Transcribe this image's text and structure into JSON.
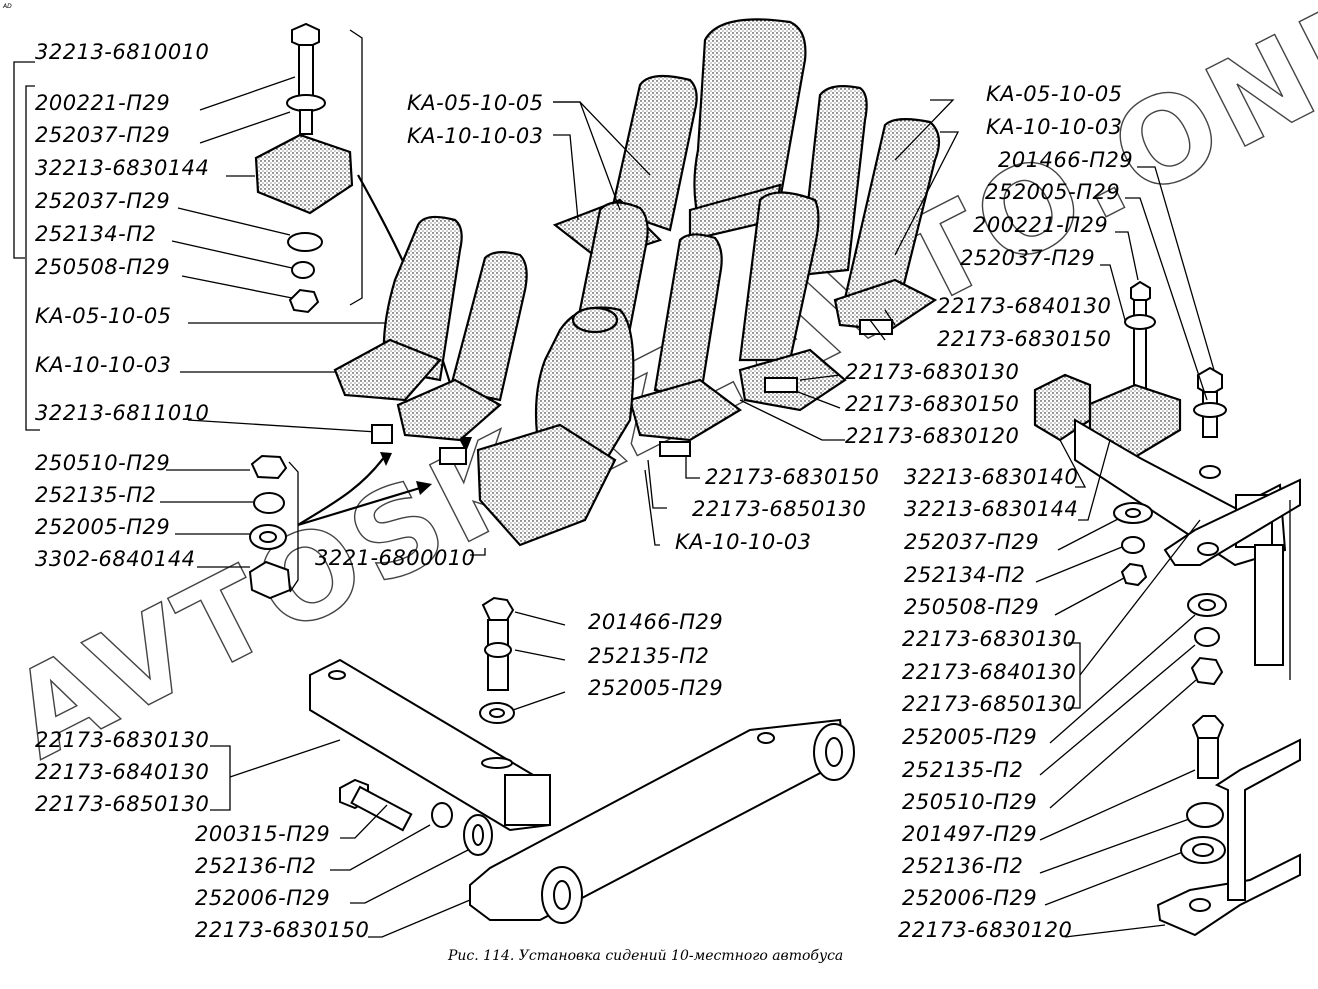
{
  "figure": {
    "corner_mark": "AD",
    "caption": "Рис. 114. Установка сидений 10-местного автобуса",
    "watermark": "AVTOSKAZ.AVTO.ONLINE"
  },
  "left_top_group": {
    "assembly": "32213-6810010",
    "items": [
      "200221-П29",
      "252037-П29",
      "32213-6830144",
      "252037-П29",
      "252134-П2",
      "250508-П29"
    ]
  },
  "left_mid_group": {
    "items": [
      "KA-05-10-05",
      "KA-10-10-03",
      "32213-6811010"
    ]
  },
  "left_fasteners": {
    "items": [
      "250510-П29",
      "252135-П2",
      "252005-П29",
      "3302-6840144"
    ],
    "assembly": "3221-6800010"
  },
  "center_top_labels": [
    "KA-05-10-05",
    "KA-10-10-03"
  ],
  "right_top_labels": [
    "KA-05-10-05",
    "KA-10-10-03",
    "201466-П29",
    "252005-П29",
    "200221-П29",
    "252037-П29",
    "22173-6840130",
    "22173-6830150"
  ],
  "center_right_labels": [
    "22173-6830130",
    "22173-6830150",
    "22173-6830120"
  ],
  "center_bottom_labels": [
    "22173-6830150",
    "22173-6850130",
    "KA-10-10-03"
  ],
  "right_column_labels": [
    "32213-6830140",
    "32213-6830144",
    "252037-П29",
    "252134-П2",
    "250508-П29",
    "22173-6830130",
    "22173-6840130",
    "22173-6850130",
    "252005-П29",
    "252135-П2",
    "250510-П29",
    "201497-П29",
    "252136-П2",
    "252006-П29",
    "22173-6830120"
  ],
  "bottom_center_labels": [
    "201466-П29",
    "252135-П2",
    "252005-П29"
  ],
  "bottom_left_labels": {
    "bracket_group": [
      "22173-6830130",
      "22173-6840130",
      "22173-6850130"
    ],
    "items": [
      "200315-П29",
      "252136-П2",
      "252006-П29",
      "22173-6830150"
    ]
  }
}
